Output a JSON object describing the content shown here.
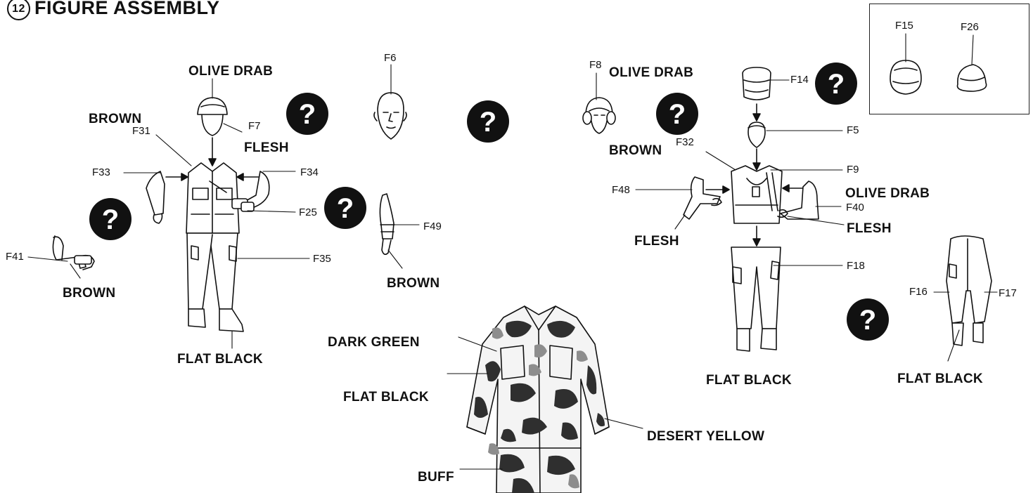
{
  "step": {
    "number": "12",
    "title": "FIGURE  ASSEMBLY"
  },
  "paint_labels": {
    "olive_drab_1": "OLIVE DRAB",
    "brown_1": "BROWN",
    "flesh_1": "FLESH",
    "brown_2": "BROWN",
    "brown_3": "BROWN",
    "flat_black_1": "FLAT BLACK",
    "olive_drab_2": "OLIVE DRAB",
    "brown_4": "BROWN",
    "olive_drab_3": "OLIVE DRAB",
    "flesh_2": "FLESH",
    "flesh_3": "FLESH",
    "flat_black_2": "FLAT BLACK",
    "flat_black_3": "FLAT BLACK",
    "dark_green": "DARK  GREEN",
    "flat_black_4": "FLAT  BLACK",
    "desert_yellow": "DESERT  YELLOW",
    "buff": "BUFF"
  },
  "part_labels": {
    "f6": "F6",
    "f7": "F7",
    "f31": "F31",
    "f33": "F33",
    "f34": "F34",
    "f25": "F25",
    "f35": "F35",
    "f41": "F41",
    "f49": "F49",
    "f8": "F8",
    "f14": "F14",
    "f5": "F5",
    "f32": "F32",
    "f9": "F9",
    "f48": "F48",
    "f40": "F40",
    "f18": "F18",
    "f16": "F16",
    "f17": "F17",
    "f15": "F15",
    "f26": "F26"
  },
  "question_mark": "?",
  "colors": {
    "ink": "#111111",
    "badge": "#111111",
    "camo_dark": "#2f2f2f",
    "camo_mid": "#8d8d8d",
    "camo_light": "#d8d8d8"
  }
}
